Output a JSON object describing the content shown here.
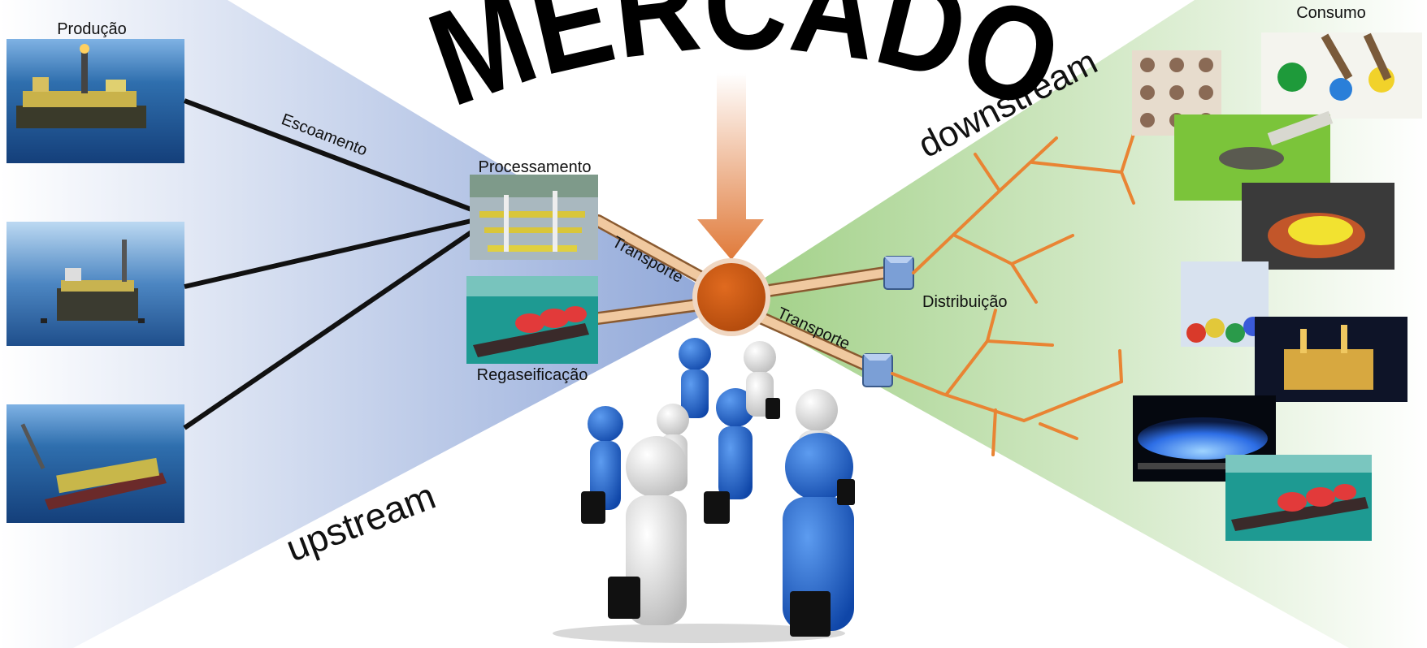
{
  "title": "MERCADO",
  "labels": {
    "producao": "Produção",
    "escoamento": "Escoamento",
    "processamento": "Processamento",
    "regaseificacao": "Regaseificação",
    "transporte_in": "Transporte",
    "transporte_out": "Transporte",
    "distribuicao": "Distribuição",
    "consumo": "Consumo",
    "upstream": "upstream",
    "downstream": "downstream"
  },
  "colors": {
    "upstream_fill": "#8ea6d8",
    "downstream_fill": "#9fcf84",
    "hub": "#c8560f",
    "arrow": "#e0844a",
    "pipe": "#e9b98a",
    "distribution_lines": "#e98433",
    "valve": "#7b9fd6",
    "figure_blue": "#1f5fc8",
    "figure_white": "#e8e8e8"
  },
  "icons": {
    "production_platforms": [
      "offshore-platform-icon",
      "offshore-platform-icon",
      "fpso-ship-icon"
    ],
    "processing": "processing-plant-icon",
    "regasification": "lng-ship-icon",
    "consumers": [
      "tiles-icon",
      "paint-icon",
      "fertilizer-icon",
      "foundry-icon",
      "chemistry-icon",
      "refinery-icon",
      "gas-flame-icon",
      "lng-terminal-icon"
    ],
    "people": "business-people-icon"
  }
}
